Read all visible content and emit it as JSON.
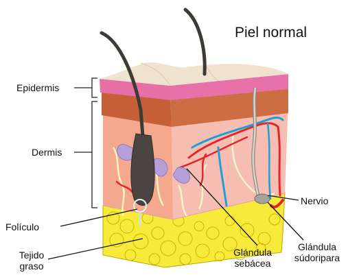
{
  "title": {
    "part1": "Piel",
    "part2": "normal"
  },
  "labels": {
    "epidermis": "Epidermis",
    "dermis": "Dermis",
    "foliculo": "Folículo",
    "tejido_line1": "Tejido",
    "tejido_line2": "graso",
    "glandula_sebacea_line1": "Glándula",
    "glandula_sebacea_line2": "sebácea",
    "nervio": "Nervio",
    "glandula_sudoripara_line1": "Glándula",
    "glandula_sudoripara_line2": "súdoripara"
  },
  "colors": {
    "epidermis_top": "#efe3cf",
    "epidermis_pink": "#e66fa5",
    "dermis_band": "#c9693f",
    "dermis": "#f5b5a8",
    "fat": "#f7ea3a",
    "hair": "#3e3a36",
    "artery": "#e2262c",
    "vein": "#1c9fd6",
    "gland": "#b49fd6",
    "nerve": "#f7f3c4"
  }
}
